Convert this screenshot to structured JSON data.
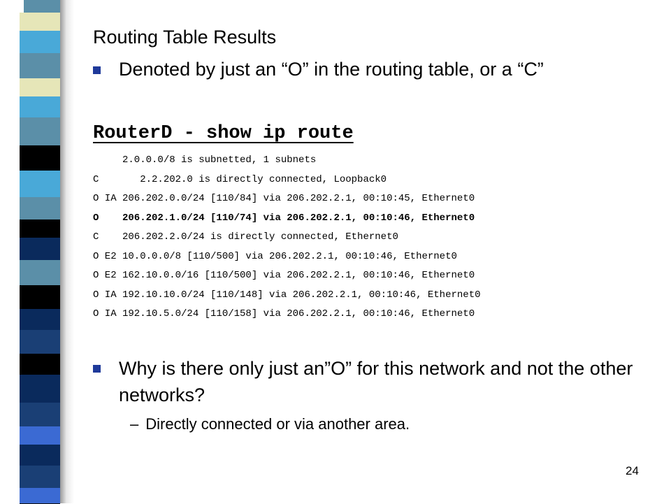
{
  "slide": {
    "title": "Routing Table Results",
    "bullet1": "Denoted by just an “O” in the routing table, or a “C”",
    "command_heading": "RouterD - show ip route",
    "route_lines": [
      "     2.0.0.0/8 is subnetted, 1 subnets",
      "C       2.2.202.0 is directly connected, Loopback0",
      "O IA 206.202.0.0/24 [110/84] via 206.202.2.1, 00:10:45, Ethernet0",
      "O    206.202.1.0/24 [110/74] via 206.202.2.1, 00:10:46, Ethernet0",
      "C    206.202.2.0/24 is directly connected, Ethernet0",
      "O E2 10.0.0.0/8 [110/500] via 206.202.2.1, 00:10:46, Ethernet0",
      "O E2 162.10.0.0/16 [110/500] via 206.202.2.1, 00:10:46, Ethernet0",
      "O IA 192.10.10.0/24 [110/148] via 206.202.2.1, 00:10:46, Ethernet0",
      "O IA 192.10.5.0/24 [110/158] via 206.202.2.1, 00:10:46, Ethernet0"
    ],
    "highlighted_line_index": 3,
    "bullet2": "Why is there only just an”O” for this network and not the other networks?",
    "sub_bullet": "Directly connected or via another area.",
    "page_number": "24"
  },
  "theme": {
    "bullet_color": "#1f3a9a",
    "stripe_colors": [
      "#5b8fa8",
      "#0a2a5c",
      "#49a9d8",
      "#3b6ad3",
      "#000000",
      "#e6e6b8",
      "#1a3f75",
      "#5b8fa8"
    ]
  }
}
